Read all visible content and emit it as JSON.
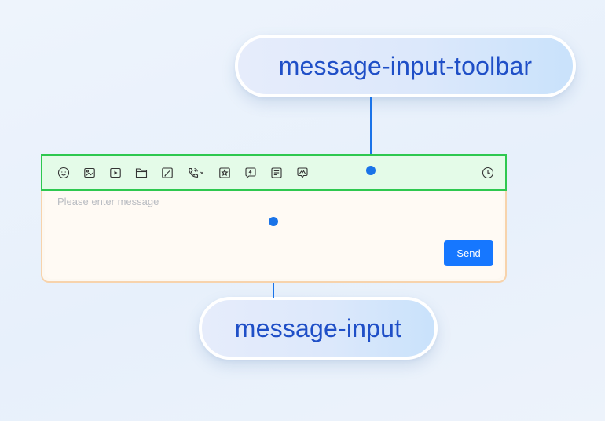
{
  "labels": {
    "toolbar_label": "message-input-toolbar",
    "input_label": "message-input"
  },
  "message_input": {
    "placeholder": "Please enter message",
    "send_label": "Send"
  },
  "toolbar": {
    "icons": [
      "emoji-icon",
      "image-icon",
      "video-icon",
      "folder-icon",
      "edit-icon",
      "phone-call-icon",
      "star-icon",
      "quick-reply-icon",
      "note-icon",
      "screenshot-icon",
      "history-clock-icon"
    ]
  },
  "colors": {
    "accent": "#1677ff",
    "label_text": "#1f4fc7",
    "toolbar_highlight": "#2ec84f",
    "input_highlight": "#f7d3ac",
    "connector": "#1a73e8"
  }
}
